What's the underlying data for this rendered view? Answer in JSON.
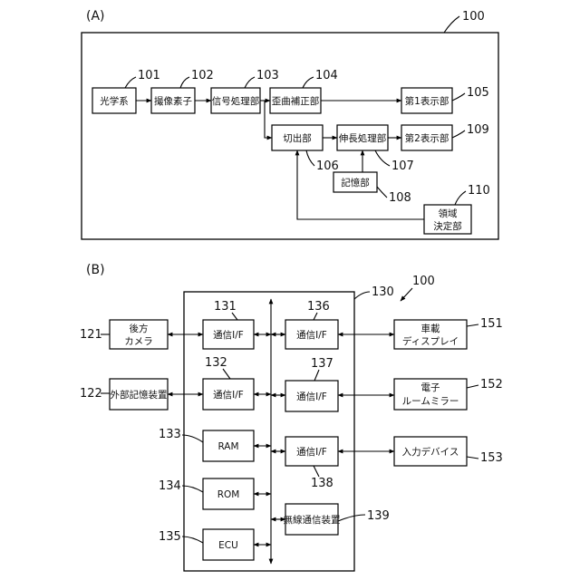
{
  "figure_a": {
    "label": "(A)",
    "ref": "100",
    "blocks": {
      "optics": "光学系",
      "image_sensor": "撮像素子",
      "signal_processor": "信号処理部",
      "distortion_corrector": "歪曲補正部",
      "display1": "第1表示部",
      "cropper": "切出部",
      "stretch_processor": "伸長処理部",
      "display2": "第2表示部",
      "storage": "記憶部",
      "region_line1": "領域",
      "region_line2": "決定部"
    },
    "refs": {
      "optics": "101",
      "image_sensor": "102",
      "signal_processor": "103",
      "distortion_corrector": "104",
      "display1": "105",
      "cropper": "106",
      "stretch_processor": "107",
      "storage": "108",
      "display2": "109",
      "region": "110"
    }
  },
  "figure_b": {
    "label": "(B)",
    "ref": "100",
    "board_ref": "130",
    "blocks": {
      "rear_camera_line1": "後方",
      "rear_camera_line2": "カメラ",
      "ext_storage": "外部記憶装置",
      "comm_if_131": "通信I/F",
      "comm_if_132": "通信I/F",
      "ram": "RAM",
      "rom": "ROM",
      "ecu": "ECU",
      "comm_if_136": "通信I/F",
      "comm_if_137": "通信I/F",
      "comm_if_138": "通信I/F",
      "wireless": "無線通信装置",
      "car_display_line1": "車載",
      "car_display_line2": "ディスプレイ",
      "electronic_mirror_line1": "電子",
      "electronic_mirror_line2": "ルームミラー",
      "input_device": "入力デバイス"
    },
    "refs": {
      "rear_camera": "121",
      "ext_storage": "122",
      "ram": "133",
      "rom": "134",
      "ecu": "135",
      "comm_if_131": "131",
      "comm_if_132": "132",
      "comm_if_136": "136",
      "comm_if_137": "137",
      "comm_if_138": "138",
      "wireless": "139",
      "car_display": "151",
      "electronic_mirror": "152",
      "input_device": "153"
    }
  }
}
